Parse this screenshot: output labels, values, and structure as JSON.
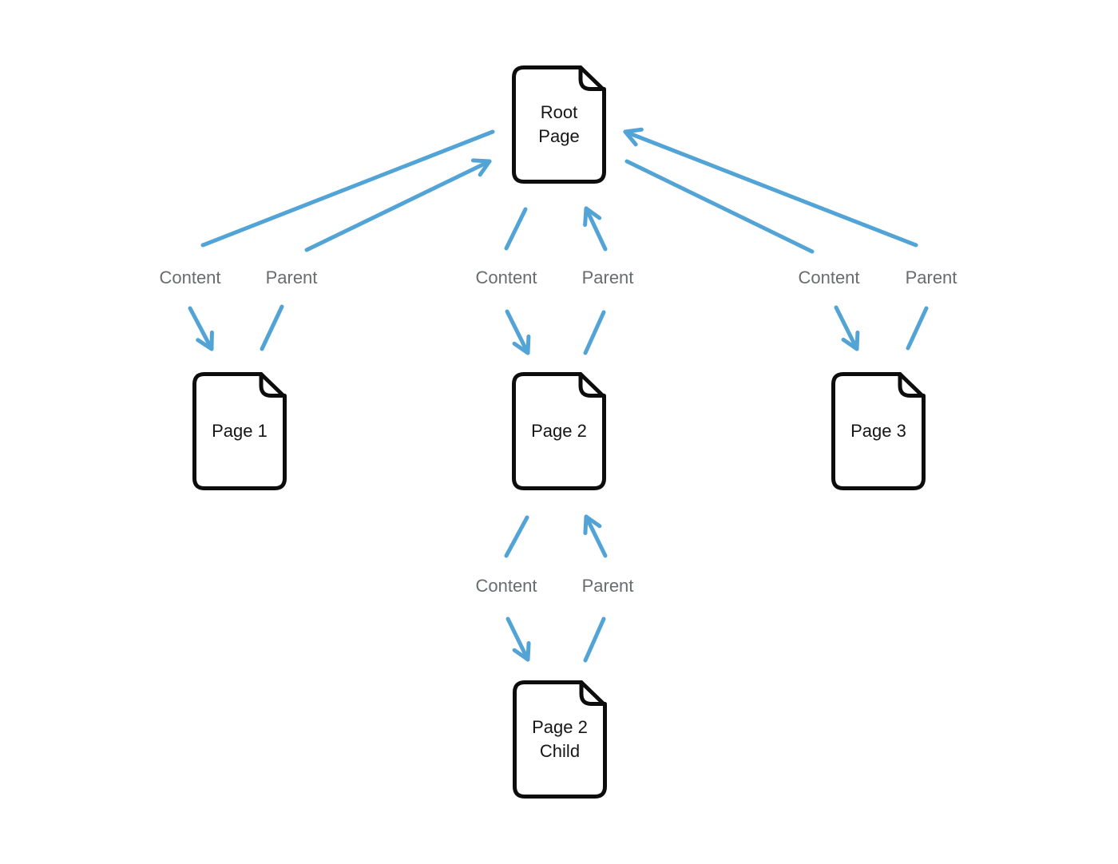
{
  "diagram": {
    "background": "#ffffff",
    "colors": {
      "arrow": "#52a3d6",
      "edge_label": "#686c6e",
      "node_border": "#0d0d0d",
      "node_text": "#161616"
    },
    "nodes": [
      {
        "id": "root-page",
        "label": "Root Page"
      },
      {
        "id": "page-1",
        "label": "Page 1"
      },
      {
        "id": "page-2",
        "label": "Page 2"
      },
      {
        "id": "page-3",
        "label": "Page 3"
      },
      {
        "id": "page-2-child",
        "label": "Page 2 Child"
      }
    ],
    "edges": [
      {
        "from": "Root Page",
        "to": "Page 1",
        "content_label": "Content",
        "parent_label": "Parent"
      },
      {
        "from": "Root Page",
        "to": "Page 2",
        "content_label": "Content",
        "parent_label": "Parent"
      },
      {
        "from": "Root Page",
        "to": "Page 3",
        "content_label": "Content",
        "parent_label": "Parent"
      },
      {
        "from": "Page 2",
        "to": "Page 2 Child",
        "content_label": "Content",
        "parent_label": "Parent"
      }
    ]
  }
}
